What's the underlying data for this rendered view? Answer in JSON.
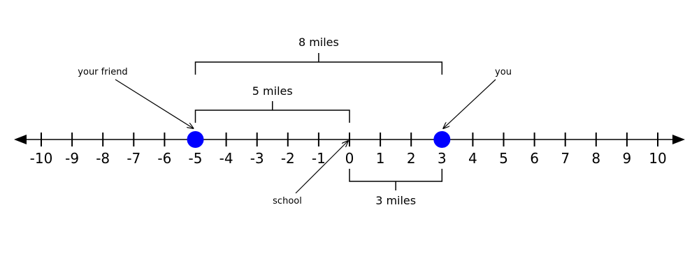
{
  "number_line": {
    "min": -10,
    "max": 10,
    "tick_labels": [
      "-10",
      "-9",
      "-8",
      "-7",
      "-6",
      "-5",
      "-4",
      "-3",
      "-2",
      "-1",
      "0",
      "1",
      "2",
      "3",
      "4",
      "5",
      "6",
      "7",
      "8",
      "9",
      "10"
    ],
    "line_color": "#000000"
  },
  "points": [
    {
      "value": -5,
      "color": "#0000ff"
    },
    {
      "value": 3,
      "color": "#0000ff"
    }
  ],
  "callouts": [
    {
      "label": "your friend",
      "target_value": -5
    },
    {
      "label": "you",
      "target_value": 3
    },
    {
      "label": "school",
      "target_value": 0
    }
  ],
  "brackets": [
    {
      "label": "8 miles",
      "from": -5,
      "to": 3,
      "side": "above"
    },
    {
      "label": "5 miles",
      "from": -5,
      "to": 0,
      "side": "above"
    },
    {
      "label": "3 miles",
      "from": 0,
      "to": 3,
      "side": "below"
    }
  ]
}
